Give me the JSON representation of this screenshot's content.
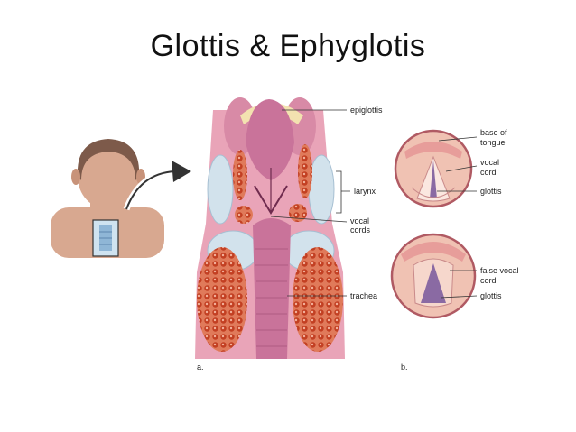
{
  "title": "Glottis & Ephyglotis",
  "labels_a": {
    "epiglottis": "epiglottis",
    "larynx": "larynx",
    "vocal_cords_1": "vocal",
    "vocal_cords_2": "cords",
    "trachea": "trachea",
    "panel": "a."
  },
  "labels_b": {
    "base_of_tongue_1": "base of",
    "base_of_tongue_2": "tongue",
    "vocal_cord_1": "vocal",
    "vocal_cord_2": "cord",
    "glottis_top": "glottis",
    "false_vocal_cord_1": "false vocal",
    "false_vocal_cord_2": "cord",
    "glottis_bottom": "glottis",
    "panel": "b."
  },
  "colors": {
    "tissue_pink": "#e9a4b8",
    "tissue_deep": "#c9739a",
    "node_orange": "#d9532c",
    "cartilage_blue": "#c9dbe8",
    "skin": "#d8a890",
    "hair": "#7d5a4a"
  }
}
